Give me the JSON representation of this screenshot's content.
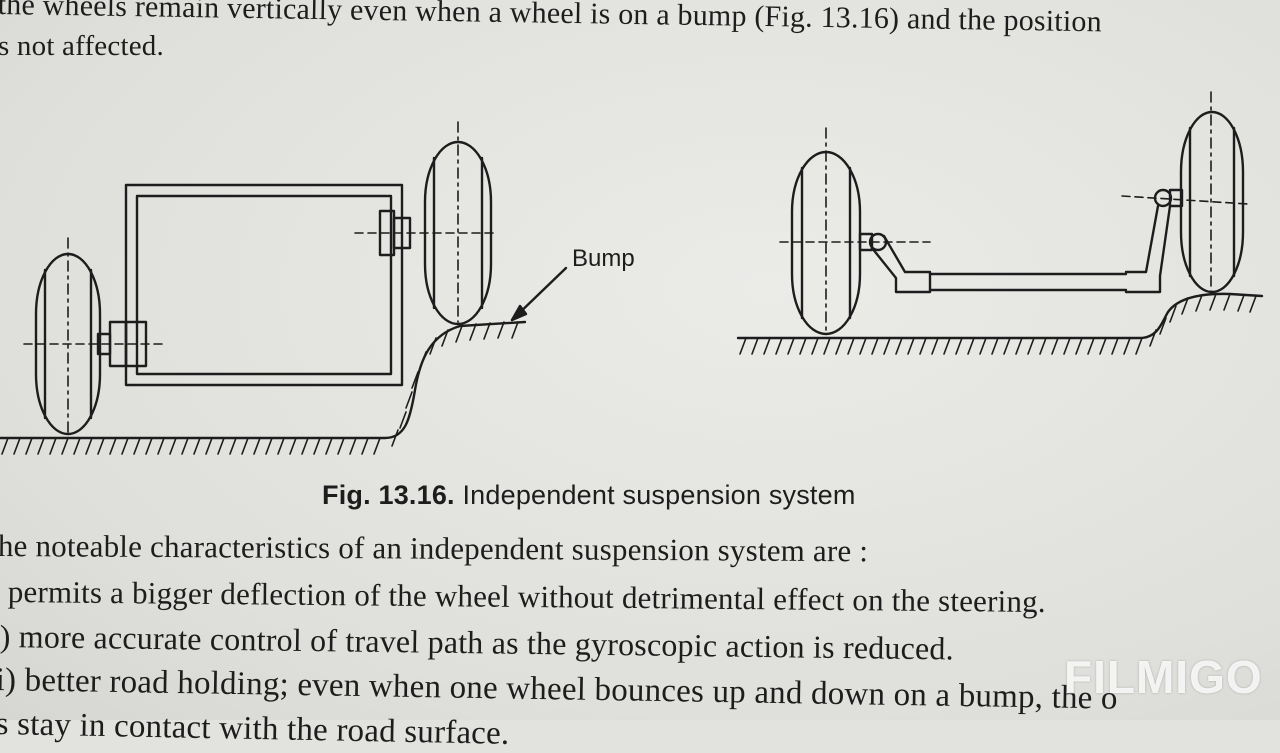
{
  "text": {
    "line_top_1": "the wheels remain vertically even when a wheel is on a bump (Fig. 13.16) and the position",
    "line_top_2": "s not affected.",
    "caption_number": "Fig. 13.16.",
    "caption_title": " Independent suspension system",
    "intro": "he noteable characteristics of an independent suspension system are :",
    "item_1": "permits a bigger deflection of the wheel without detrimental effect on the steering.",
    "item_2": ") more accurate control of travel path as the gyroscopic action is reduced.",
    "item_3": "i) better road holding; even when one wheel bounces up and down on a bump, the o",
    "item_4": "s stay in contact with the road surface."
  },
  "figure": {
    "bump_label": "Bump"
  },
  "watermark": "FILMIGO",
  "colors": {
    "paper": "#e2e2df",
    "ink": "#1d1d1d"
  }
}
